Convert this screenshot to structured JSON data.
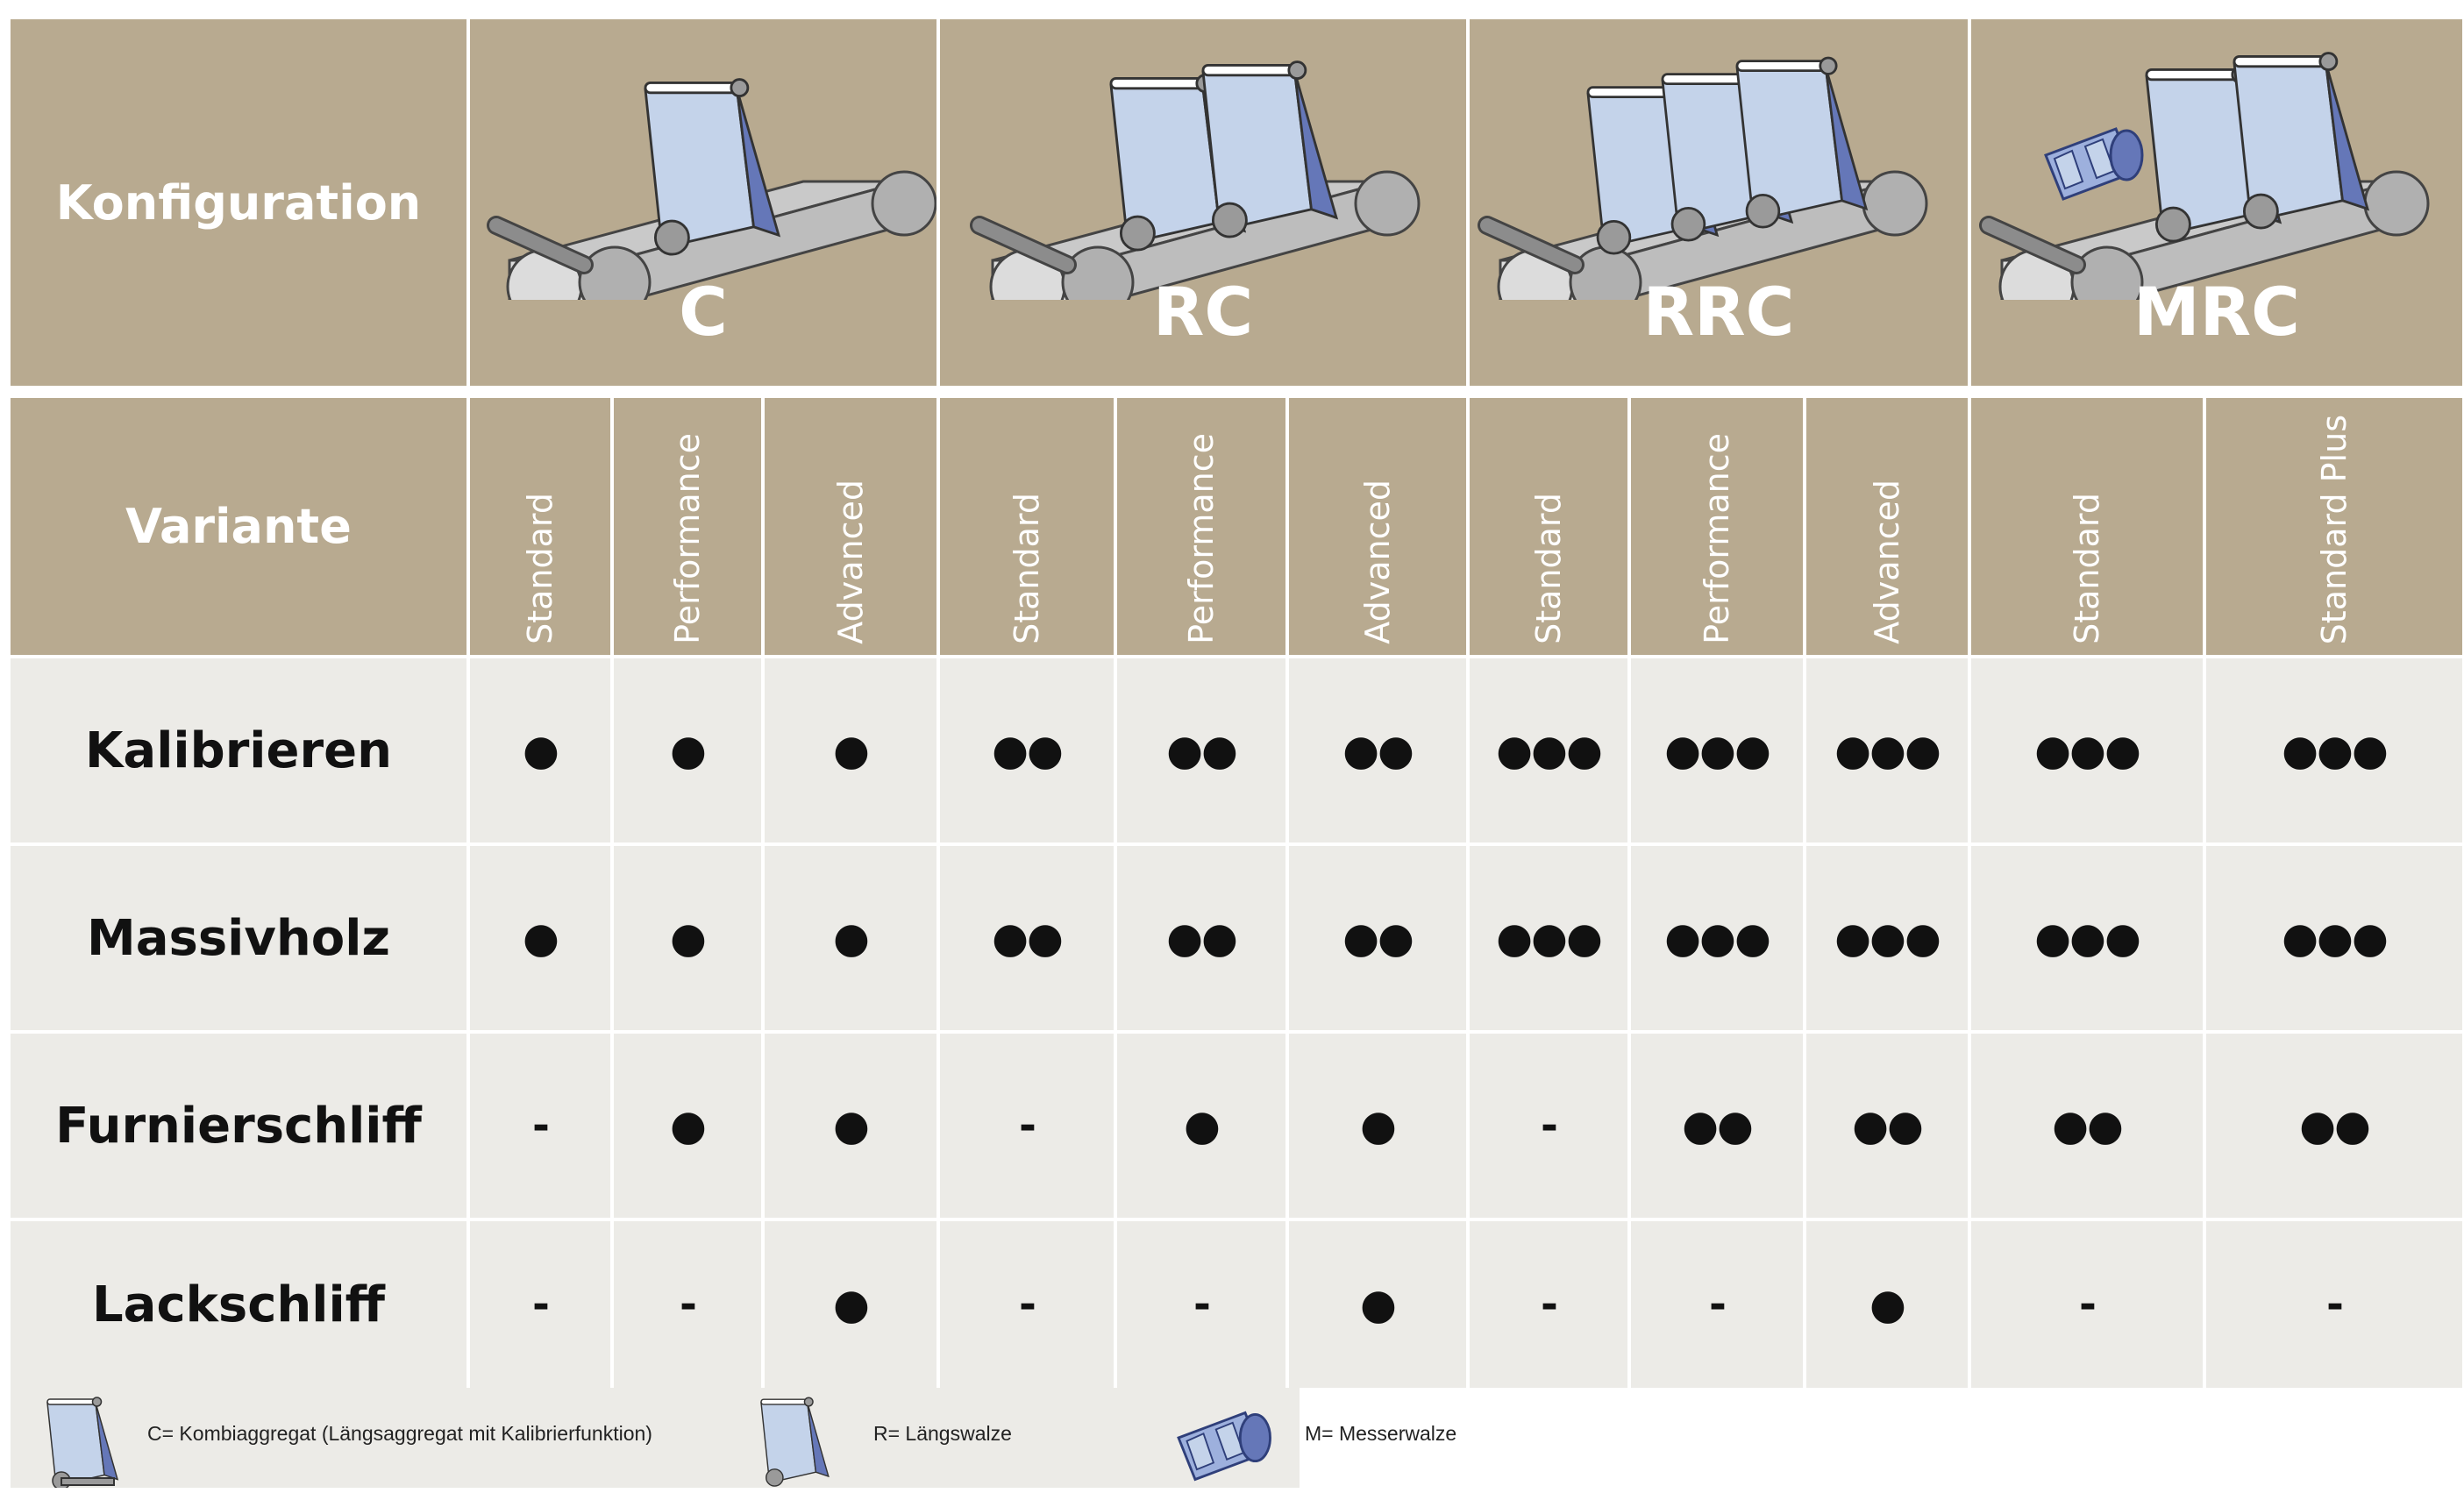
{
  "header": {
    "config_label": "Konfiguration",
    "variant_label": "Variante"
  },
  "configurations": [
    {
      "code": "C",
      "variants": [
        "Standard",
        "Performance",
        "Advanced"
      ]
    },
    {
      "code": "RC",
      "variants": [
        "Standard",
        "Performance",
        "Advanced"
      ]
    },
    {
      "code": "RRC",
      "variants": [
        "Standard",
        "Performance",
        "Advanced"
      ]
    },
    {
      "code": "MRC",
      "variants": [
        "Standard",
        "Standard Plus"
      ]
    }
  ],
  "rows": [
    {
      "label": "Kalibrieren",
      "ratings": [
        "●",
        "●",
        "●",
        "●●",
        "●●",
        "●●",
        "●●●",
        "●●●",
        "●●●",
        "●●●",
        "●●●"
      ]
    },
    {
      "label": "Massivholz",
      "ratings": [
        "●",
        "●",
        "●",
        "●●",
        "●●",
        "●●",
        "●●●",
        "●●●",
        "●●●",
        "●●●",
        "●●●"
      ]
    },
    {
      "label": "Furnierschliff",
      "ratings": [
        "-",
        "●",
        "●",
        "-",
        "●",
        "●",
        "-",
        "●●",
        "●●",
        "●●",
        "●●"
      ]
    },
    {
      "label": "Lackschliff",
      "ratings": [
        "-",
        "-",
        "●",
        "-",
        "-",
        "●",
        "-",
        "-",
        "●",
        "-",
        "-"
      ]
    }
  ],
  "legend": [
    {
      "icon": "combi-unit-icon",
      "text": "C= Kombiaggregat (Längsaggregat mit Kalibrierfunktion)"
    },
    {
      "icon": "longitudinal-roller-icon",
      "text": "R= Längswalze"
    },
    {
      "icon": "knife-roller-icon",
      "text": "M= Messerwalze"
    }
  ],
  "colors": {
    "header_bg": "#b8aa90",
    "body_bg": "#ecebe7",
    "unit_light": "#c4d3ea",
    "unit_dark": "#6577b8"
  }
}
